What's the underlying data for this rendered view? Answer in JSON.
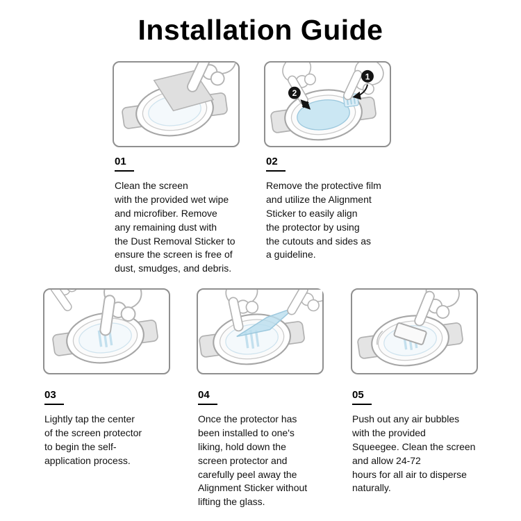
{
  "title": "Installation Guide",
  "steps": [
    {
      "number": "01",
      "text": "Clean the screen\nwith the provided wet wipe\nand microfiber. Remove\nany remaining dust with\nthe Dust Removal Sticker to\nensure the screen is free of\ndust, smudges, and debris."
    },
    {
      "number": "02",
      "badge1": "1",
      "badge2": "2",
      "text": "Remove the protective film\nand utilize the Alignment\nSticker to easily align\nthe protector by using\nthe cutouts and sides as\na guideline."
    },
    {
      "number": "03",
      "text": "Lightly tap the center\nof the screen protector\nto begin the self-\napplication process."
    },
    {
      "number": "04",
      "text": "Once the protector has\nbeen installed to one's\nliking, hold down the\nscreen protector and\ncarefully peel away the\nAlignment Sticker without\nlifting the glass."
    },
    {
      "number": "05",
      "text": "Push out any air bubbles\nwith the provided\nSqueegee. Clean the screen\nand allow 24-72\nhours for all air to disperse\nnaturally."
    }
  ],
  "illustrations": {
    "step1": "hand-wiping-watch-with-cloth",
    "step2": "hands-aligning-protector-with-numbered-arrows",
    "step3": "finger-tapping-screen-center",
    "step4": "hand-peeling-alignment-sticker",
    "step5": "hand-pushing-bubbles-with-squeegee"
  },
  "colors": {
    "film_blue": "#cfe6f2",
    "line_gray": "#ababab",
    "badge_black": "#141414",
    "underline_black": "#000000",
    "panel_border": "#8f8f8f"
  }
}
